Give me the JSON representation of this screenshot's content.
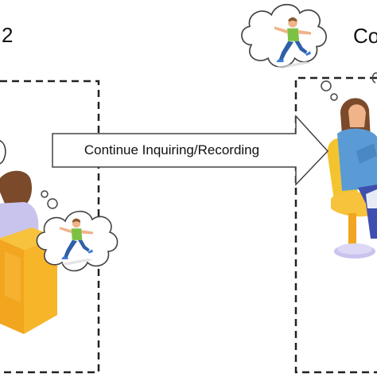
{
  "panels": {
    "left": {
      "label_fragment": "2"
    },
    "right": {
      "label_fragment": "Co"
    }
  },
  "arrow": {
    "text": "Continue Inquiring/Recording"
  },
  "colors": {
    "dashed_border": "#222222",
    "desk_orange": "#f2a51e",
    "desk_light": "#f7c23c",
    "chair_yellow": "#f4c430",
    "shirt_lavender": "#c9c4ee",
    "shirt_blue": "#5b9bd5",
    "hair_brown": "#7a4a2a",
    "skin": "#f0b38a",
    "child_green": "#7cc242",
    "child_pants": "#2f5fa8"
  },
  "icons": [
    "thought-bubble-icon",
    "running-child-icon",
    "person-at-desk-icon",
    "seated-woman-icon"
  ]
}
